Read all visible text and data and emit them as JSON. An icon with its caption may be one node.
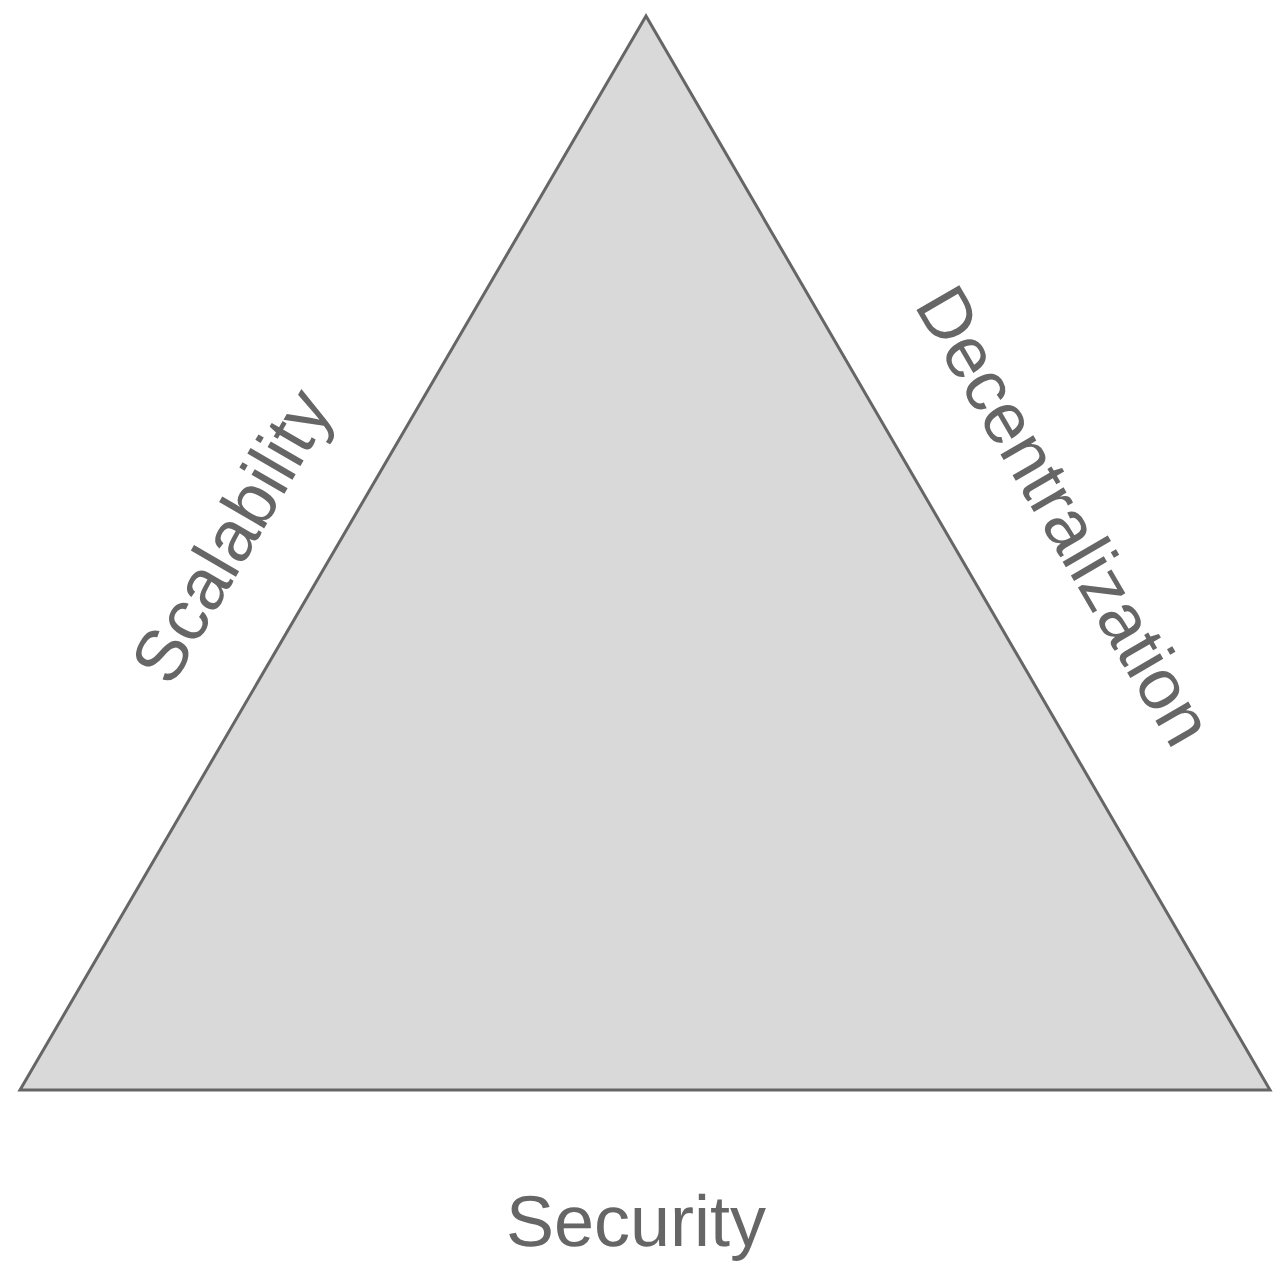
{
  "diagram": {
    "labels": [
      "Scalability",
      "Decentralization",
      "Security"
    ]
  }
}
